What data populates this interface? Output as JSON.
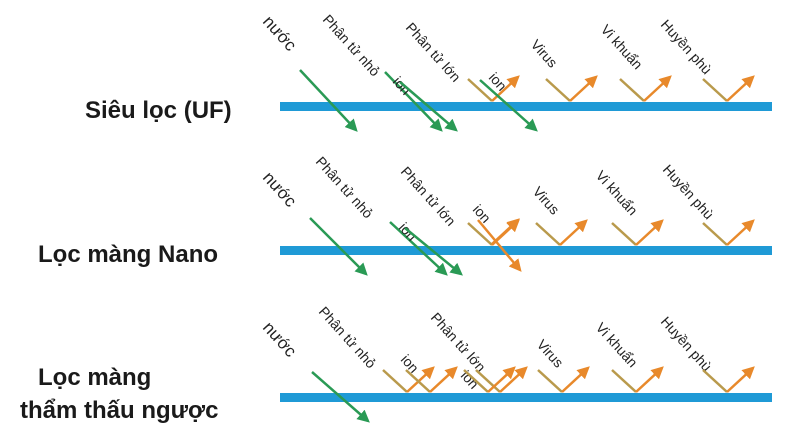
{
  "colors": {
    "membrane": "#1f9ad6",
    "pass_arrow": "#2a9a55",
    "reject_arrow": "#e8892b",
    "reject_arm": "#b99a4c",
    "text": "#1a1a1a"
  },
  "rows": [
    {
      "name_lines": [
        "Siêu lọc (UF)"
      ],
      "particles": [
        {
          "label": "nước",
          "kind": "pass"
        },
        {
          "label": "Phân tử nhỏ",
          "kind": "pass"
        },
        {
          "label": "ion",
          "kind": "pass"
        },
        {
          "label": "Phân tử lớn",
          "kind": "reject"
        },
        {
          "label": "ion",
          "kind": "pass"
        },
        {
          "label": "Virus",
          "kind": "reject"
        },
        {
          "label": "Vi khuẩn",
          "kind": "reject"
        },
        {
          "label": "Huyền phù",
          "kind": "reject"
        }
      ]
    },
    {
      "name_lines": [
        "Lọc màng Nano"
      ],
      "particles": [
        {
          "label": "nước",
          "kind": "pass"
        },
        {
          "label": "Phân tử nhỏ",
          "kind": "pass"
        },
        {
          "label": "ion",
          "kind": "pass"
        },
        {
          "label": "Phân tử lớn",
          "kind": "reject"
        },
        {
          "label": "ion",
          "kind": "partial"
        },
        {
          "label": "Virus",
          "kind": "reject"
        },
        {
          "label": "Vi khuẩn",
          "kind": "reject"
        },
        {
          "label": "Huyền phù",
          "kind": "reject"
        }
      ]
    },
    {
      "name_lines": [
        "Lọc màng",
        "thẩm thấu ngược"
      ],
      "particles": [
        {
          "label": "nước",
          "kind": "pass"
        },
        {
          "label": "Phân tử nhỏ",
          "kind": "reject"
        },
        {
          "label": "ion",
          "kind": "reject"
        },
        {
          "label": "Phân tử lớn",
          "kind": "reject"
        },
        {
          "label": "ion",
          "kind": "reject"
        },
        {
          "label": "Virus",
          "kind": "reject"
        },
        {
          "label": "Vi khuẩn",
          "kind": "reject"
        },
        {
          "label": "Huyền phù",
          "kind": "reject"
        }
      ]
    }
  ]
}
